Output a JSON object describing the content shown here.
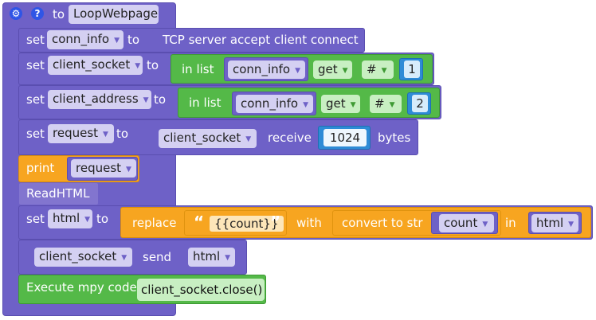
{
  "function": {
    "prefix": "to",
    "name": "LoopWebpage",
    "icons": [
      "gear-icon",
      "help-icon"
    ]
  },
  "keywords": {
    "set": "set",
    "to": "to",
    "in_list": "in list",
    "get": "get",
    "hash": "#",
    "receive": "receive",
    "bytes": "bytes",
    "print": "print",
    "replace": "replace",
    "with": "with",
    "convert_to_str": "convert to str",
    "in": "in",
    "send": "send",
    "execute": "Execute mpy code",
    "open_quote": "“",
    "close_quote": "”"
  },
  "vars": {
    "conn_info": "conn_info",
    "client_socket": "client_socket",
    "client_address": "client_address",
    "request": "request",
    "html": "html",
    "count": "count"
  },
  "values": {
    "tcp_accept": "TCP server accept client connect",
    "index_1": "1",
    "index_2": "2",
    "receive_size": "1024",
    "replace_text": "{{count}}",
    "read_html": "ReadHTML",
    "close_code": "client_socket.close()"
  },
  "colors": {
    "procedure": "#6e61c7",
    "list": "#54b948",
    "text": "#f7a520",
    "math": "#2e8bd6",
    "var_field": "#d4d0f2"
  }
}
